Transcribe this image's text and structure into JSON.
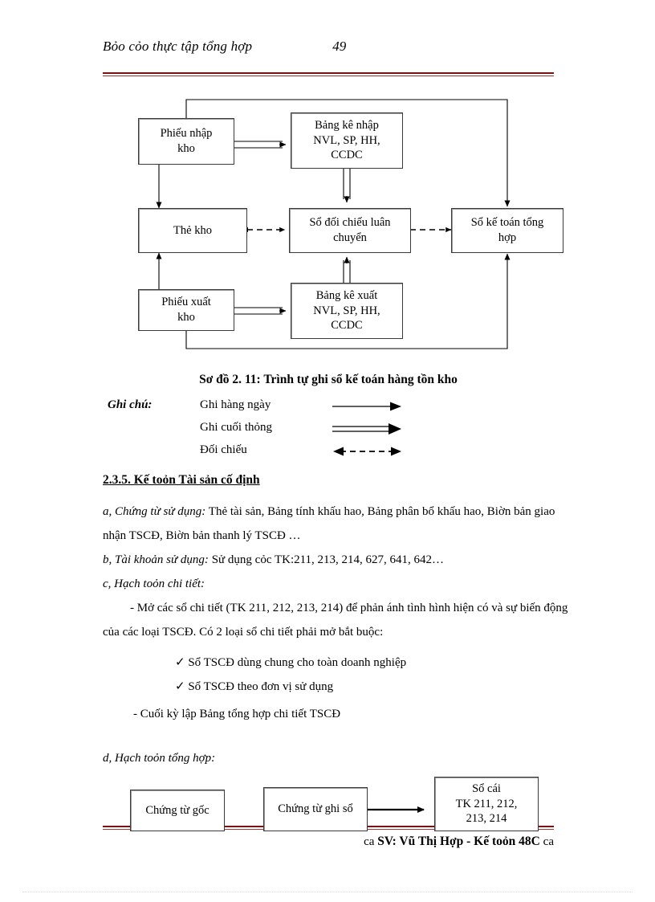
{
  "header": {
    "title": "Bỏo cỏo thực tập tổng hợp",
    "page_number": "49"
  },
  "diagram_top": {
    "boxes": [
      {
        "id": "phieu-nhap-kho",
        "label": "Phiếu  nhập\nkho"
      },
      {
        "id": "bang-ke-nhap",
        "label": "Bảng kê nhập\nNVL, SP, HH,\nCCDC"
      },
      {
        "id": "the-kho",
        "label": "Thẻ kho"
      },
      {
        "id": "so-doi-chieu",
        "label": "Sổ đối chiếu  luân\nchuyển"
      },
      {
        "id": "so-ke-toan-tong-hop",
        "label": "Sổ kế toán tổng\nhợp"
      },
      {
        "id": "phieu-xuat-kho",
        "label": "Phiếu  xuất\nkho"
      },
      {
        "id": "bang-ke-xuat",
        "label": "Bảng kê xuất\nNVL, SP, HH,\nCCDC"
      }
    ]
  },
  "caption": "Sơ đồ 2. 11: Trình tự ghi sổ kế toán hàng tồn kho",
  "legend": {
    "title": "Ghi chú:",
    "items": [
      {
        "label": "Ghi hàng ngày",
        "art": "single-arrow"
      },
      {
        "label": "Ghi cuối thỏng",
        "art": "double-arrow"
      },
      {
        "label": "Đối chiếu",
        "art": "dashed-double-arrow"
      }
    ]
  },
  "section": {
    "heading": "2.3.5. Kế toỏn Tài  sản cố định",
    "para_a_label": "a, Chứng từ sử dụng:",
    "para_a_text": " Thẻ tài sản, Bảng tính khấu hao, Bảng phân bổ khấu hao, Biờn bản giao nhận TSCĐ,  Biờn bản thanh lý TSCĐ  …",
    "para_b_label": "b, Tài khoản sử dụng:",
    "para_b_text": " Sử dụng cỏc TK:211, 213, 214, 627, 641, 642…",
    "para_c_label": "c, Hạch toỏn chi tiết:",
    "para_c_body": "-   Mở các sổ chi tiết (TK  211, 212, 213, 214) để phản  ánh tình hình hiện có và  sự biến động của các loại TSCĐ.  Có 2 loại sổ chi tiết phải mở bắt buộc:",
    "check_items": [
      "Sổ TSCĐ  dùng  chung  cho toàn doanh nghiệp",
      "Sổ TSCĐ  theo đơn vị  sử dụng"
    ],
    "dash_items": [
      "-   Cuối kỳ lập Bảng tổng hợp chi tiết TSCĐ"
    ],
    "para_d_label": "d, Hạch toỏn tổng hợp:"
  },
  "diagram_bottom": {
    "boxes": [
      {
        "id": "chung-tu-goc",
        "label": "Chứng từ gốc"
      },
      {
        "id": "chung-tu-ghi-so",
        "label": "Chứng từ ghi  sổ"
      },
      {
        "id": "so-cai",
        "label": "Sổ cái\nTK 211, 212,\n213, 214"
      }
    ]
  },
  "footer": {
    "ornament_left": "ca",
    "text": "SV: Vũ Thị Hợp - Kế toỏn 48C",
    "ornament_right": "ca"
  },
  "colors": {
    "rule": "#7b1113",
    "rule_light": "#a33033",
    "box_border": "#3a3a3a",
    "text": "#000000"
  }
}
